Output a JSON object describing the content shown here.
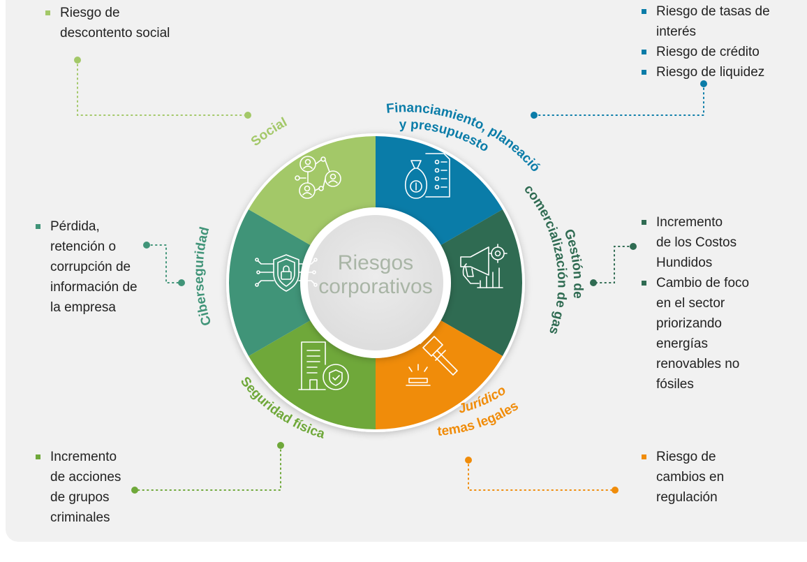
{
  "colors": {
    "social": "#a3c868",
    "financiamiento": "#0a7ca8",
    "gestion": "#2f6b52",
    "juridico": "#f08c0a",
    "seguridad": "#6fa83a",
    "ciberseguridad": "#409478",
    "center_text": "#a9b5a6"
  },
  "center": {
    "line1": "Riesgos",
    "line2": "corporativos"
  },
  "segments": [
    {
      "key": "financiamiento",
      "label_lines": [
        "Financiamiento, planeación",
        "y presupuesto"
      ],
      "icon": "money-bag-checklist-icon"
    },
    {
      "key": "gestion",
      "label_lines": [
        "Gestión de",
        "comercialización de gas"
      ],
      "icon": "megaphone-gear-chart-icon"
    },
    {
      "key": "juridico",
      "label_lines": [
        "Jurídico",
        "temas legales"
      ],
      "icon": "gavel-icon"
    },
    {
      "key": "seguridad",
      "label_lines": [
        "Seguridad física"
      ],
      "icon": "building-shield-icon"
    },
    {
      "key": "ciberseguridad",
      "label_lines": [
        "Ciberseguridad"
      ],
      "icon": "cyber-shield-lock-icon"
    },
    {
      "key": "social",
      "label_lines": [
        "Social"
      ],
      "icon": "social-network-users-icon"
    }
  ],
  "risks": {
    "social": [
      [
        "Riesgo de",
        "descontento social"
      ]
    ],
    "financiamiento": [
      [
        "Riesgo de tasas de",
        "interés"
      ],
      [
        "Riesgo de crédito"
      ],
      [
        "Riesgo de liquidez"
      ]
    ],
    "ciberseguridad": [
      [
        "Pérdida,",
        "retención o",
        "corrupción de",
        "información de",
        "la empresa"
      ]
    ],
    "gestion": [
      [
        "Incremento",
        "de los Costos",
        "Hundidos"
      ],
      [
        "Cambio de foco",
        "en el sector",
        "priorizando",
        "energías",
        "renovables no",
        "fósiles"
      ]
    ],
    "seguridad": [
      [
        "Incremento",
        "de acciones",
        "de grupos",
        "criminales"
      ]
    ],
    "juridico": [
      [
        "Riesgo de",
        "cambios en",
        "regulación"
      ]
    ]
  }
}
